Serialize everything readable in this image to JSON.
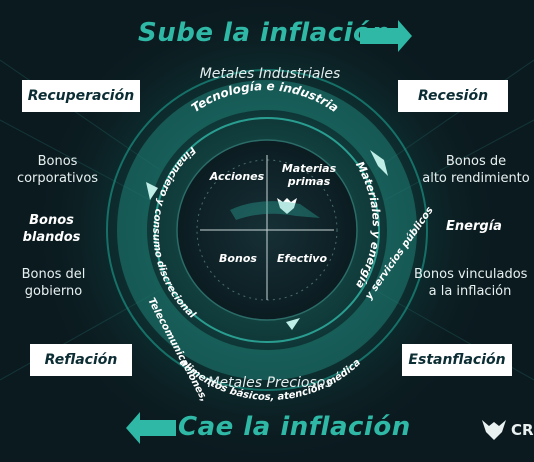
{
  "banners": {
    "top": "Sube la inflación",
    "bottom": "Cae la inflación"
  },
  "phases": {
    "top_left": "Recuperación",
    "top_right": "Recesión",
    "bottom_left": "Reflación",
    "bottom_right": "Estanflación"
  },
  "metals": {
    "top": "Metales Industriales",
    "bottom": "Metales Preciosos"
  },
  "left_assets": [
    {
      "line1": "Bonos",
      "line2": "corporativos"
    },
    {
      "line1": "Bonos",
      "line2": "blandos"
    },
    {
      "line1": "Bonos del",
      "line2": "gobierno"
    }
  ],
  "right_assets": [
    {
      "line1": "Bonos de",
      "line2": "alto rendimiento"
    },
    {
      "line1": "Energía"
    },
    {
      "line1": "Bonos vinculados",
      "line2": "a la inflación"
    }
  ],
  "ring_sectors": {
    "top": "Tecnología e industria",
    "right": "Materiales y energía",
    "bottom_right": "y servicios públicos",
    "bottom": "alimentos básicos, atención médica",
    "left_bottom": "Financiero y consumo discrecional",
    "left": "Telecomunicaciones,"
  },
  "quadrants": {
    "top_left": "Acciones",
    "top_right": {
      "line1": "Materias",
      "line2": "primas"
    },
    "bottom_left": "Bonos",
    "bottom_right": "Efectivo"
  },
  "brand": {
    "name": "CR"
  },
  "colors": {
    "background": "#0b1a1f",
    "accent": "#2fb8a6",
    "accent_light": "#5fe0cc",
    "phase_box": "#ffffff"
  }
}
